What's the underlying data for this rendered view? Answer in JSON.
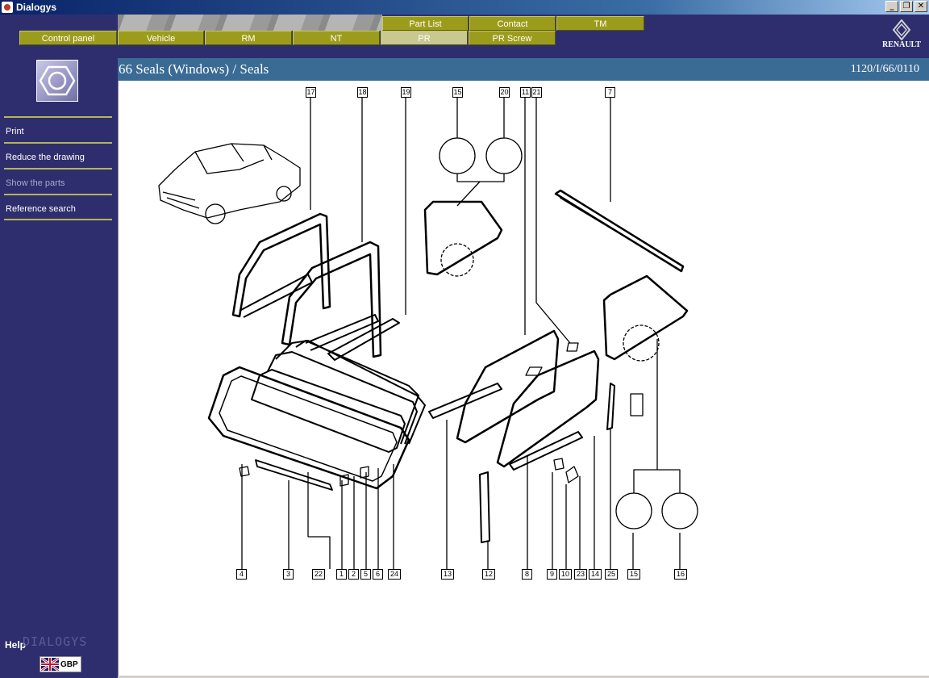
{
  "window": {
    "title": "Dialogys",
    "controls": [
      "_",
      "❐",
      "✕"
    ]
  },
  "tabs_row1": [
    {
      "label": "Part List",
      "active": false
    },
    {
      "label": "Contact",
      "active": false
    },
    {
      "label": "TM",
      "active": false
    }
  ],
  "tabs_row2": [
    {
      "label": "Control panel",
      "active": false
    },
    {
      "label": "Vehicle",
      "active": false
    },
    {
      "label": "RM",
      "active": false
    },
    {
      "label": "NT",
      "active": false
    },
    {
      "label": "PR",
      "active": true
    },
    {
      "label": "PR Screw",
      "active": false
    }
  ],
  "brand_logo": "RENAULT",
  "sidebar": {
    "icon": "hex-nut-icon",
    "items": [
      {
        "label": "Print",
        "enabled": true
      },
      {
        "label": "Reduce the drawing",
        "enabled": true
      },
      {
        "label": "Show the parts",
        "enabled": false
      },
      {
        "label": "Reference search",
        "enabled": true
      }
    ],
    "help": "Help",
    "brand": "DIALOGYS",
    "language": "GBP"
  },
  "page": {
    "title": "66 Seals (Windows) / Seals",
    "reference": "1120/I/66/0110"
  },
  "callouts": [
    "17",
    "18",
    "19",
    "15",
    "20",
    "11",
    "21",
    "7",
    "4",
    "3",
    "22",
    "1",
    "2",
    "5",
    "6",
    "24",
    "13",
    "12",
    "8",
    "9",
    "10",
    "23",
    "14",
    "25",
    "15",
    "16"
  ],
  "colors": {
    "navy": "#2e2e6e",
    "tab_olive": "#9c9c1c",
    "tab_active": "#c8c890",
    "header_blue": "#3a6b95"
  }
}
